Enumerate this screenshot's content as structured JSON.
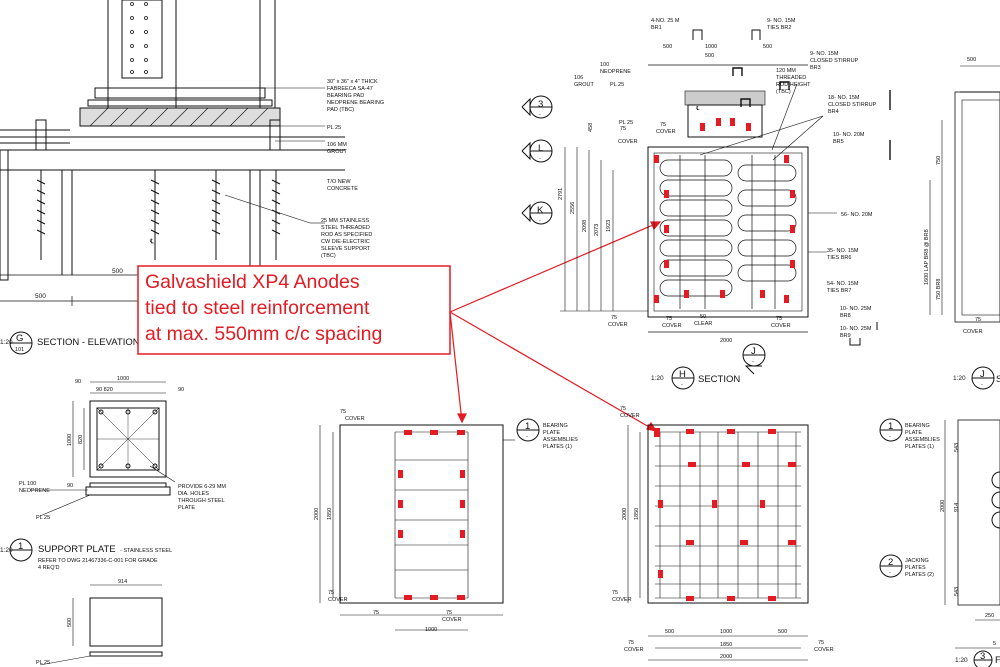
{
  "callout": {
    "line1": "Galvashield XP4 Anodes",
    "line2": "tied to steel reinforcement",
    "line3": "at max. 550mm c/c spacing"
  },
  "colors": {
    "anode": "#e31b23",
    "line": "#111111",
    "callout": "#e31b23"
  },
  "elevation": {
    "title": "SECTION - ELEVATION",
    "scale": "1:20",
    "marker": "G",
    "sheet": "101",
    "notes": {
      "bearing_pad_1": "30\" x 36\" x 4\" THICK",
      "bearing_pad_2": "FABREECA SA-47",
      "bearing_pad_3": "BEARING PAD",
      "bearing_pad_4": "NEOPRENE BEARING",
      "bearing_pad_5": "PAD (TBC)",
      "pl25": "PL 25",
      "grout_1": "106 MM",
      "grout_2": "GROUT",
      "tonew_1": "T/O NEW",
      "tonew_2": "CONCRETE",
      "rod_1": "25 MM STAINLESS",
      "rod_2": "STEEL THREADED",
      "rod_3": "ROD AS SPECIFIED",
      "rod_4": "CW DIE-ELECTRIC",
      "rod_5": "SLEEVE SUPPORT",
      "rod_6": "(TBC)",
      "dim_500a": "500",
      "dim_500b": "500",
      "cl": "℄"
    }
  },
  "section_h": {
    "title": "SECTION",
    "scale": "1:20",
    "marker": "H",
    "marker_j": "J",
    "grid_3": "3",
    "grid_l": "L",
    "grid_k": "K",
    "grid_dash": "-",
    "top_dims": [
      "500",
      "1000",
      "500",
      "500"
    ],
    "bottom_dim": "2000",
    "cover_75": "75",
    "cover": "COVER",
    "clear_50": "50",
    "clear": "CLEAR",
    "vert_dims": [
      "2791",
      "2556",
      "2098",
      "2073",
      "1923",
      "458"
    ],
    "labels": {
      "br1_a": "4-NO. 25 M",
      "br1_b": "BR1",
      "br2_a": "9- NO. 15M",
      "br2_b": "TIES BR2",
      "br3_a": "9- NO. 15M",
      "br3_b": "CLOSED STIRRUP",
      "br3_c": "BR3",
      "rod_a": "120 MM",
      "rod_b": "THREADED",
      "rod_c": "ROD HEIGHT",
      "rod_d": "(TBC)",
      "br4_a": "18- NO. 15M",
      "br4_b": "CLOSED STIRRUP",
      "br4_c": "BR4",
      "br5_a": "10- NO. 20M",
      "br5_b": "BR5",
      "main": "56- NO. 20M",
      "br6_a": "35- NO. 15M",
      "br6_b": "TIES BR6",
      "br7_a": "54- NO. 15M",
      "br7_b": "TIES BR7",
      "br8_a": "10- NO. 25M",
      "br8_b": "BR8",
      "br9_a": "10- NO. 25M",
      "br9_b": "BR9",
      "neoprene_100": "100",
      "neoprene": "NEOPRENE",
      "grout_106": "106",
      "grout": "GROUT",
      "pl25": "PL 25",
      "pl25b": "PL 25",
      "cover75": "75",
      "cover": "COVER",
      "cl": "℄"
    }
  },
  "support_plate": {
    "title": "SUPPORT PLATE",
    "subtitle": "- STAINLESS STEEL",
    "note_1": "REFER TO DWG 21467336-C-001 FOR GRADE",
    "note_2": "4 REQ'D",
    "scale": "1:20",
    "marker": "1",
    "dims": {
      "w1000": "1000",
      "w90a": "90",
      "w820": "90  820",
      "w90b": "90",
      "h1000": "1000",
      "h820": "820",
      "d90": "90",
      "w914": "914",
      "h500": "500"
    },
    "labels": {
      "pl100": "PL 100",
      "neoprene": "NEOPRENE",
      "pl25": "PL 25",
      "pl25b": "PL 25",
      "holes_1": "PROVIDE 6-29 MM",
      "holes_2": "DIA. HOLES",
      "holes_3": "THROUGH STEEL",
      "holes_4": "PLATE"
    }
  },
  "plan_left": {
    "cover75": "75",
    "cover": "COVER",
    "h2000": "2000",
    "h1850": "1850",
    "bottom_75a": "75",
    "bottom_75b": "75",
    "bottom_1000": "1000",
    "callout_1": "1",
    "callout_dash": "-",
    "bp_1": "BEARING",
    "bp_2": "PLATE",
    "bp_3": "ASSEMBLIES",
    "bp_4": "PLATES (1)"
  },
  "plan_mid": {
    "cover75": "75",
    "cover": "COVER",
    "h2000": "2000",
    "h1850": "1850",
    "dims": [
      "500",
      "1000",
      "500"
    ],
    "d1850": "1850",
    "d2000": "2000",
    "c75": "75"
  },
  "right_clip": {
    "top500": "500",
    "v750": "750",
    "v1600": "1600 LAP BR8 @ BR8",
    "v750b": "750 BR8",
    "scale": "1:20",
    "marker": "J",
    "title_frag": "S",
    "bp_marker": "1",
    "bp_1": "BEARING",
    "bp_2": "PLATE",
    "bp_3": "ASSEMBLIES",
    "bp_4": "PLATES (1)",
    "jack_marker": "2",
    "jack_1": "JACKING",
    "jack_2": "PLATES",
    "jack_3": "PLATES (2)",
    "v543": "543",
    "v914": "914",
    "v2000": "2000",
    "v543b": "543",
    "d250": "250",
    "d5": "5",
    "scale2": "1:20",
    "marker3": "3",
    "title_frag2": "F",
    "cover75": "75",
    "cover": "COVER",
    "dash": "-"
  }
}
